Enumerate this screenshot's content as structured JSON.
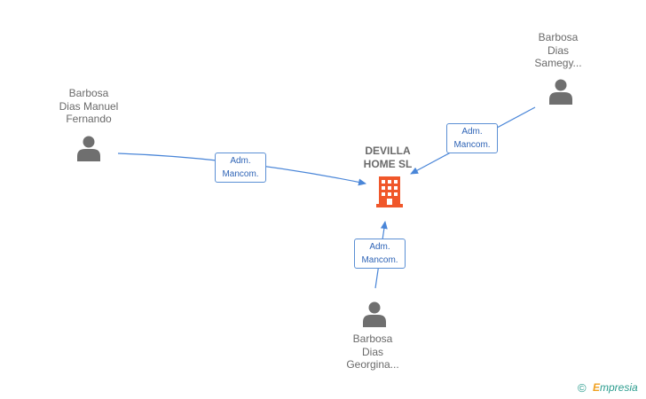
{
  "company": {
    "name_line1": "DEVILLA",
    "name_line2": "HOME SL",
    "icon": "building-icon",
    "color": "#f0572a"
  },
  "people": [
    {
      "line1": "Barbosa",
      "line2": "Dias Manuel",
      "line3": "Fernando",
      "icon": "person-icon"
    },
    {
      "line1": "Barbosa",
      "line2": "Dias",
      "line3": "Samegy...",
      "icon": "person-icon"
    },
    {
      "line1": "Barbosa",
      "line2": "Dias",
      "line3": "Georgina...",
      "icon": "person-icon"
    }
  ],
  "relations": [
    {
      "line1": "Adm.",
      "line2": "Mancom."
    },
    {
      "line1": "Adm.",
      "line2": "Mancom."
    },
    {
      "line1": "Adm.",
      "line2": "Mancom."
    }
  ],
  "colors": {
    "edge": "#4a86d8",
    "person": "#6f6f6f",
    "label_text": "#2f64b6"
  },
  "footer": {
    "copyright": "©",
    "brand_first": "E",
    "brand_rest": "mpresia"
  }
}
